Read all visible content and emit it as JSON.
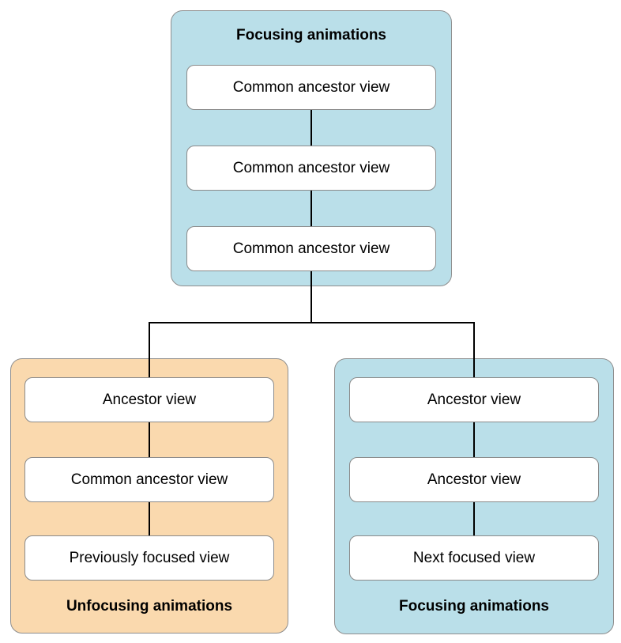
{
  "groups": [
    {
      "id": "top",
      "title": "Focusing animations",
      "title_position": "top",
      "fill": "#BADFE9",
      "nodes": [
        "Common ancestor view",
        "Common ancestor view",
        "Common ancestor view"
      ]
    },
    {
      "id": "bottom-left",
      "title": "Unfocusing animations",
      "title_position": "bottom",
      "fill": "#FAD9AE",
      "nodes": [
        "Ancestor view",
        "Common ancestor view",
        "Previously focused view"
      ]
    },
    {
      "id": "bottom-right",
      "title": "Focusing animations",
      "title_position": "bottom",
      "fill": "#BADFE9",
      "nodes": [
        "Ancestor view",
        "Ancestor view",
        "Next focused view"
      ]
    }
  ],
  "colors": {
    "group_blue_fill": "#BADFE9",
    "group_orange_fill": "#FAD9AE",
    "group_border": "#8E8E8E",
    "node_fill": "#FFFFFF",
    "node_border": "#8A8A8A",
    "connector": "#000000",
    "text": "#000000",
    "background": "#FFFFFF"
  }
}
